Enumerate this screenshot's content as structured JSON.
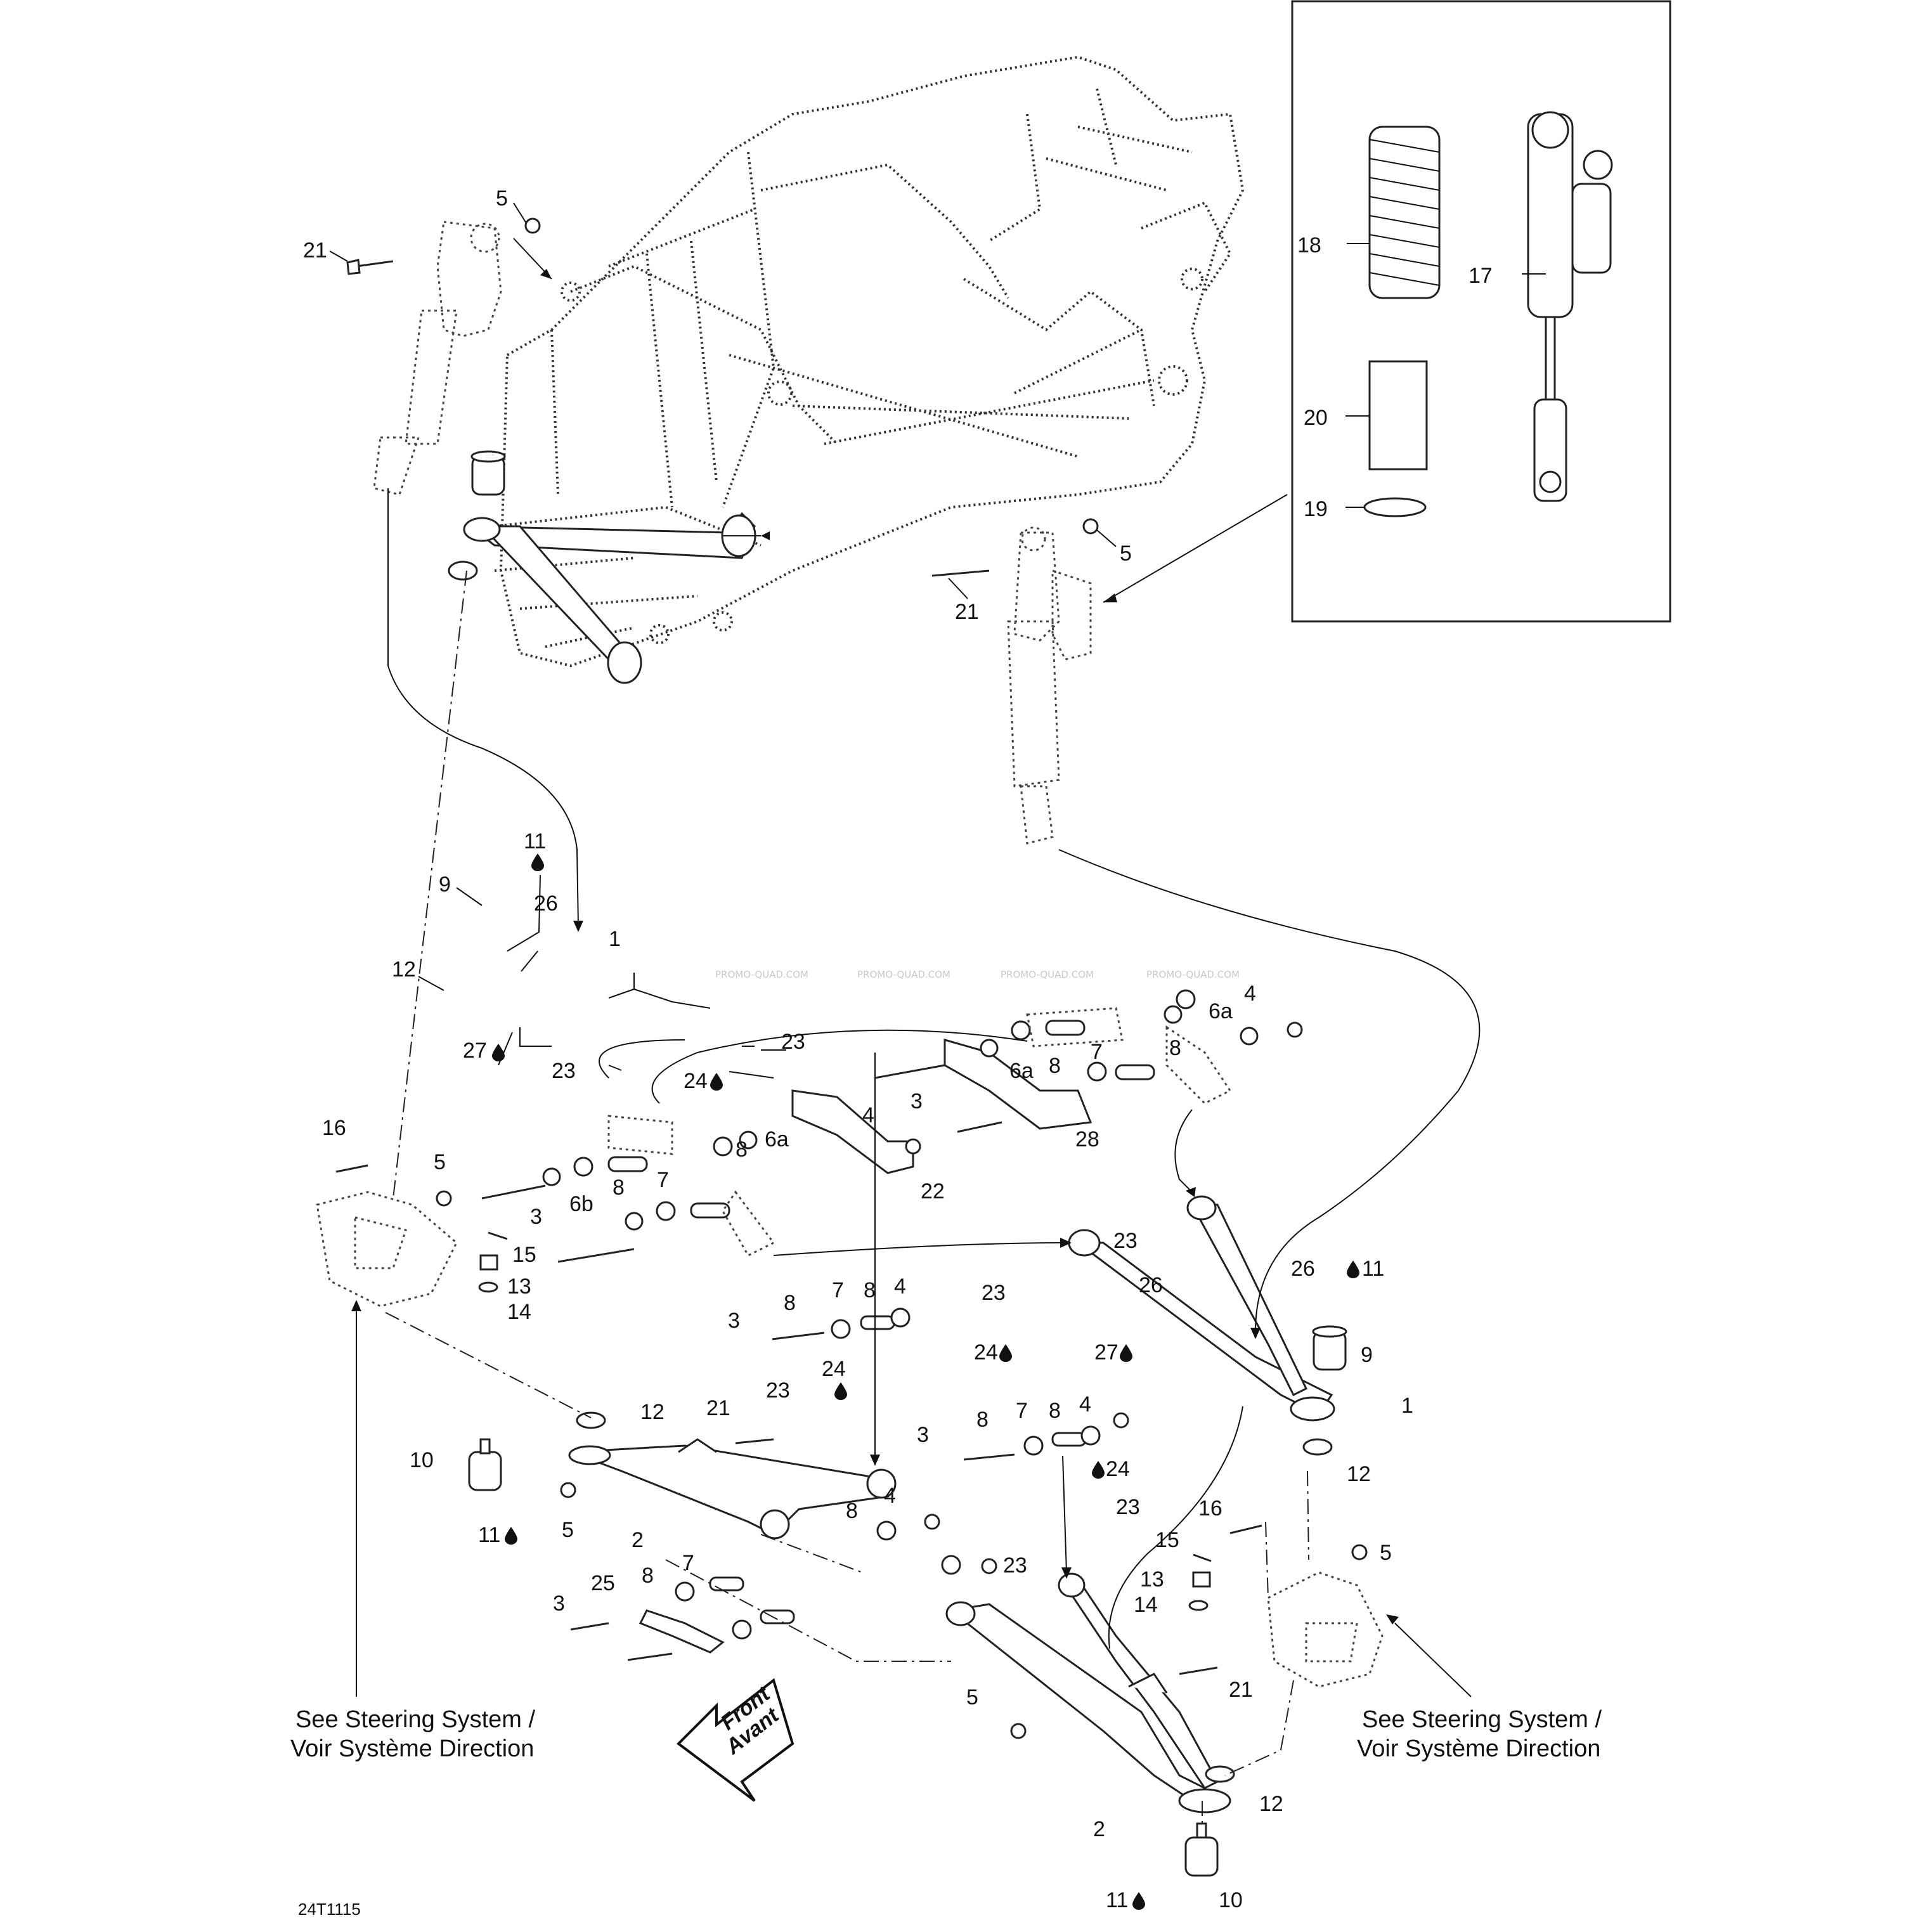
{
  "callouts": [
    {
      "id": "c01",
      "text": "5"
    },
    {
      "id": "c02",
      "text": "21"
    },
    {
      "id": "c03",
      "text": "18"
    },
    {
      "id": "c04",
      "text": "17"
    },
    {
      "id": "c05",
      "text": "20"
    },
    {
      "id": "c06",
      "text": "19"
    },
    {
      "id": "c07",
      "text": "5"
    },
    {
      "id": "c08",
      "text": "21"
    },
    {
      "id": "c09",
      "text": "11"
    },
    {
      "id": "c10",
      "text": "9"
    },
    {
      "id": "c11",
      "text": "26"
    },
    {
      "id": "c12",
      "text": "1"
    },
    {
      "id": "c13",
      "text": "12"
    },
    {
      "id": "c14",
      "text": "27"
    },
    {
      "id": "c15",
      "text": "23"
    },
    {
      "id": "c16",
      "text": "23"
    },
    {
      "id": "c17",
      "text": "24"
    },
    {
      "id": "c18",
      "text": "6a"
    },
    {
      "id": "c19",
      "text": "4"
    },
    {
      "id": "c20",
      "text": "8"
    },
    {
      "id": "c21",
      "text": "7"
    },
    {
      "id": "c22",
      "text": "8"
    },
    {
      "id": "c23",
      "text": "6a"
    },
    {
      "id": "c24",
      "text": "3"
    },
    {
      "id": "c25",
      "text": "28"
    },
    {
      "id": "c26",
      "text": "4"
    },
    {
      "id": "c27",
      "text": "6a"
    },
    {
      "id": "c28",
      "text": "8"
    },
    {
      "id": "c29",
      "text": "22"
    },
    {
      "id": "c30",
      "text": "7"
    },
    {
      "id": "c31",
      "text": "8"
    },
    {
      "id": "c32",
      "text": "6b"
    },
    {
      "id": "c33",
      "text": "3"
    },
    {
      "id": "c34",
      "text": "16"
    },
    {
      "id": "c35",
      "text": "5"
    },
    {
      "id": "c36",
      "text": "15"
    },
    {
      "id": "c37",
      "text": "13"
    },
    {
      "id": "c38",
      "text": "14"
    },
    {
      "id": "c39",
      "text": "23"
    },
    {
      "id": "c40",
      "text": "26"
    },
    {
      "id": "c41",
      "text": "26"
    },
    {
      "id": "c42",
      "text": "11"
    },
    {
      "id": "c43",
      "text": "23"
    },
    {
      "id": "c44",
      "text": "24"
    },
    {
      "id": "c45",
      "text": "27"
    },
    {
      "id": "c46",
      "text": "9"
    },
    {
      "id": "c47",
      "text": "1"
    },
    {
      "id": "c48",
      "text": "12"
    },
    {
      "id": "c49",
      "text": "8"
    },
    {
      "id": "c50",
      "text": "7"
    },
    {
      "id": "c51",
      "text": "8"
    },
    {
      "id": "c52",
      "text": "4"
    },
    {
      "id": "c53",
      "text": "3"
    },
    {
      "id": "c54",
      "text": "24"
    },
    {
      "id": "c55",
      "text": "12"
    },
    {
      "id": "c56",
      "text": "21"
    },
    {
      "id": "c57",
      "text": "23"
    },
    {
      "id": "c58",
      "text": "10"
    },
    {
      "id": "c59",
      "text": "11"
    },
    {
      "id": "c60",
      "text": "5"
    },
    {
      "id": "c61",
      "text": "2"
    },
    {
      "id": "c62",
      "text": "4"
    },
    {
      "id": "c63",
      "text": "8"
    },
    {
      "id": "c64",
      "text": "7"
    },
    {
      "id": "c65",
      "text": "8"
    },
    {
      "id": "c66",
      "text": "25"
    },
    {
      "id": "c67",
      "text": "3"
    },
    {
      "id": "c68",
      "text": "23"
    },
    {
      "id": "c69",
      "text": "8"
    },
    {
      "id": "c70",
      "text": "7"
    },
    {
      "id": "c71",
      "text": "8"
    },
    {
      "id": "c72",
      "text": "4"
    },
    {
      "id": "c73",
      "text": "3"
    },
    {
      "id": "c74",
      "text": "24"
    },
    {
      "id": "c75",
      "text": "23"
    },
    {
      "id": "c76",
      "text": "16"
    },
    {
      "id": "c77",
      "text": "15"
    },
    {
      "id": "c78",
      "text": "13"
    },
    {
      "id": "c79",
      "text": "14"
    },
    {
      "id": "c80",
      "text": "5"
    },
    {
      "id": "c81",
      "text": "21"
    },
    {
      "id": "c82",
      "text": "5"
    },
    {
      "id": "c83",
      "text": "2"
    },
    {
      "id": "c84",
      "text": "12"
    },
    {
      "id": "c85",
      "text": "11"
    },
    {
      "id": "c86",
      "text": "10"
    }
  ],
  "notes": {
    "left_line1": "See Steering System /",
    "left_line2": "Voir Système Direction",
    "right_line1": "See Steering System /",
    "right_line2": "Voir Système Direction"
  },
  "front_arrow": {
    "line1": "Front",
    "line2": "Avant"
  },
  "watermarks": [
    "PROMO-QUAD.COM",
    "PROMO-QUAD.COM",
    "PROMO-QUAD.COM",
    "PROMO-QUAD.COM"
  ],
  "figure_code": "24T1115"
}
